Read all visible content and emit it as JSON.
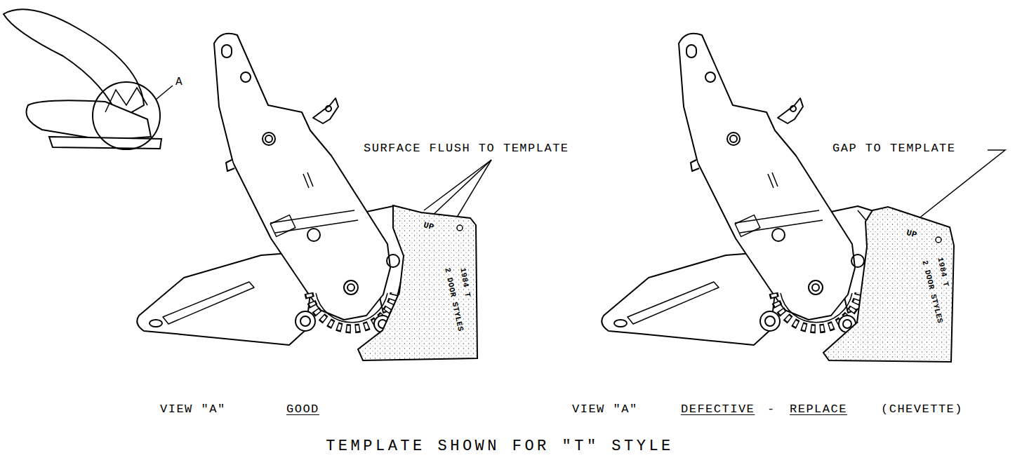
{
  "diagram": {
    "caption": "TEMPLATE SHOWN FOR \"T\" STYLE",
    "nodes": [
      {
        "text": [
          "UP",
          "1984 T",
          "2 DOOR STYLES"
        ]
      },
      {
        "text": [
          "UP",
          "1984 T",
          "2 DOOR STYLES"
        ]
      }
    ],
    "labels": [
      "A",
      "SURFACE FLUSH TO TEMPLATE",
      "GAP TO TEMPLATE",
      "VIEW \"A\"",
      "GOOD",
      "VIEW \"A\"",
      "DEFECTIVE",
      "-",
      "REPLACE",
      "(CHEVETTE)"
    ]
  }
}
